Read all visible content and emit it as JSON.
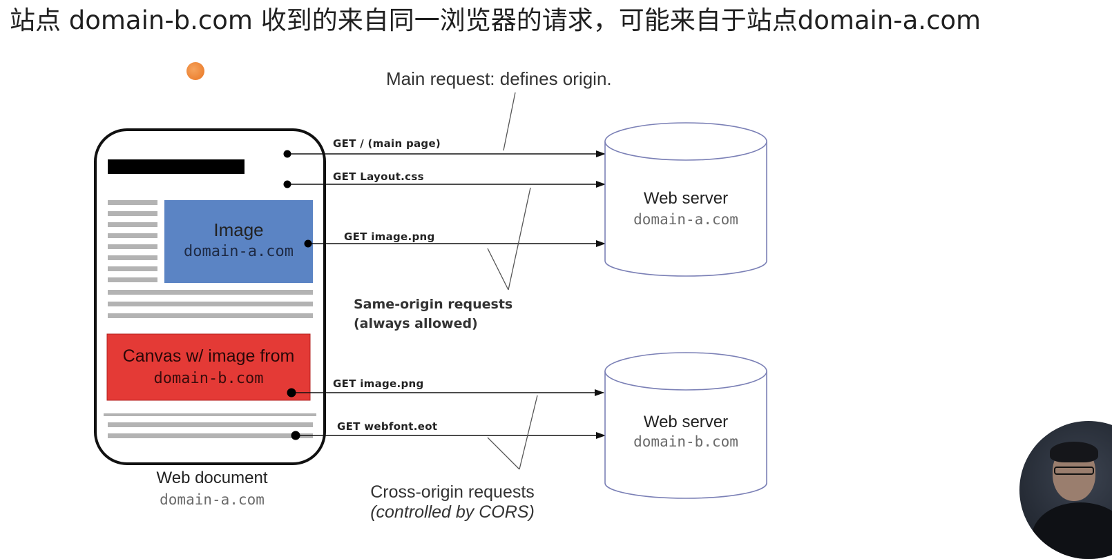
{
  "caption": "站点 domain-b.com 收到的来自同一浏览器的请求，可能来自于站点domain-a.com",
  "main_request_note": "Main request: defines origin.",
  "document": {
    "image_label": "Image",
    "image_domain": "domain-a.com",
    "canvas_label": "Canvas w/ image from",
    "canvas_domain": "domain-b.com",
    "label": "Web document",
    "domain": "domain-a.com"
  },
  "requests": {
    "main_page": "GET /   (main page)",
    "layout_css": "GET  Layout.css",
    "image_a": "GET  image.png",
    "image_b": "GET  image.png",
    "webfont": "GET  webfont.eot"
  },
  "same_origin": {
    "line1": "Same-origin requests",
    "line2": "(always allowed)"
  },
  "cross_origin": {
    "line1": "Cross-origin requests",
    "line2": "(controlled by CORS)"
  },
  "server_a": {
    "label": "Web server",
    "domain": "domain-a.com"
  },
  "server_b": {
    "label": "Web server",
    "domain": "domain-b.com"
  },
  "colors": {
    "image_box": "#5b84c4",
    "canvas_box": "#e43a36",
    "text_lines": "#b3b3b3",
    "title_bar": "#000000",
    "server_stroke": "#7b80b6",
    "accent_dot": "#e87523"
  },
  "icons": {
    "recording_indicator": "orange-dot-icon",
    "webcam": "webcam-overlay-icon"
  }
}
